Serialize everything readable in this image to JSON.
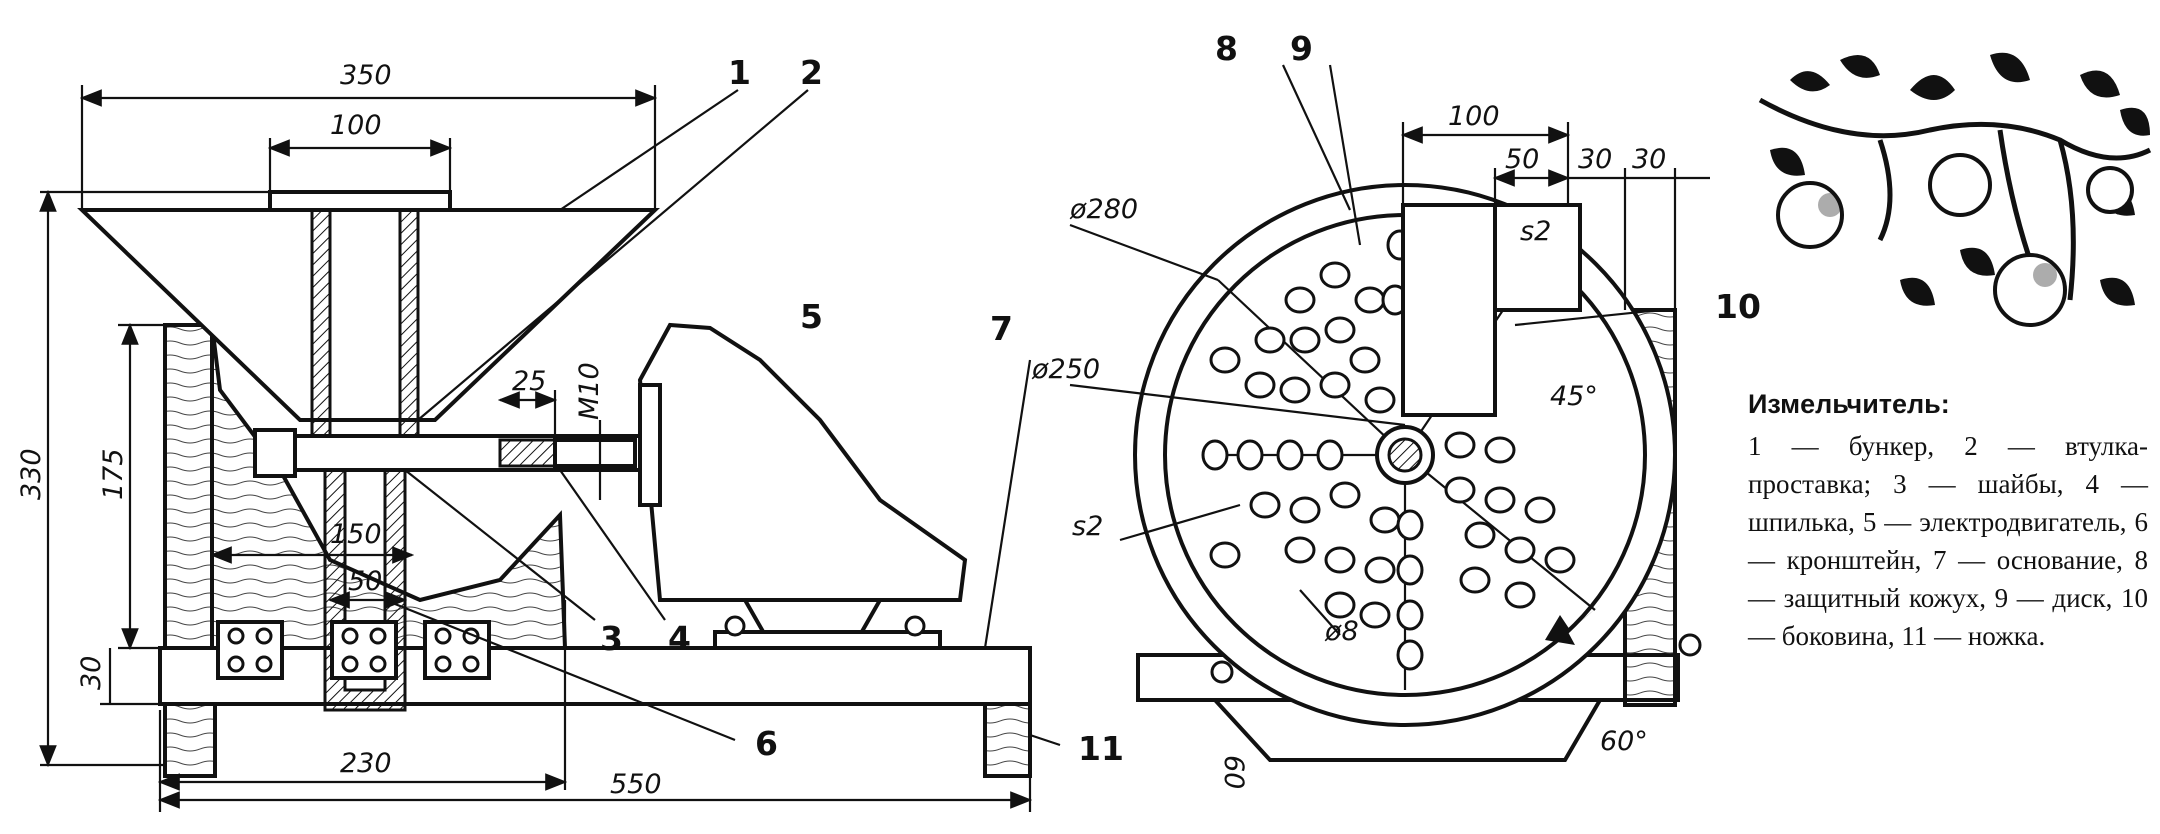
{
  "caption": {
    "title": "Измельчитель:",
    "text": "1 — бункер, 2 — втулка-проставка; 3 — шайбы, 4 — шпилька, 5 — электродвигатель, 6 — кронштейн, 7 — основание, 8 — защитный кожух, 9 — диск, 10 — боковина, 11 — ножка."
  },
  "dimensions": {
    "overall_length": "550",
    "hopper_width": "350",
    "hopper_neck": "100",
    "bracket_width": "50",
    "bracket_offset": "150",
    "base_to_bracket": "230",
    "stand_height": "175",
    "base_thickness": "30",
    "total_height": "330",
    "stud_length": "25",
    "stud_thread": "M10",
    "disc_diameter": "ø280",
    "casing_diameter": "ø250",
    "sheet_thickness_disc": "s2",
    "sheet_thickness_chute": "s2",
    "hole_diameter": "ø8",
    "chute_width": "100",
    "chute_step": "50",
    "side_gap_a": "30",
    "side_gap_b": "30",
    "chute_angle": "45°",
    "outlet_angle": "60°",
    "leg_size": "60"
  },
  "part_numbers": [
    "1",
    "2",
    "3",
    "4",
    "5",
    "6",
    "7",
    "8",
    "9",
    "10",
    "11"
  ]
}
